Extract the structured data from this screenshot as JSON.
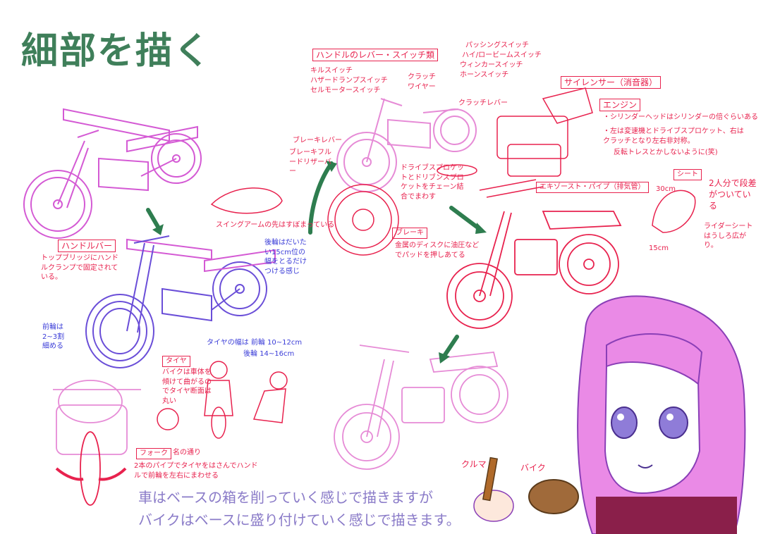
{
  "title": "細部を描く",
  "labels": {
    "handlebar_section": "ハンドルのレバー・スイッチ類",
    "kill_switch": "キルスイッチ",
    "hazard_switch": "ハザードランプスイッチ",
    "starter_switch": "セルモータースイッチ",
    "passing_switch": "パッシングスイッチ",
    "hi_lo_switch": "ハイ/ロービームスイッチ",
    "winker_switch": "ウィンカースイッチ",
    "horn_switch": "ホーンスイッチ",
    "clutch_wire": "クラッチワイヤー",
    "clutch_lever": "クラッチレバー",
    "brake_lever": "ブレーキレバー",
    "brake_fluid": "ブレーキフルードリザーバー",
    "drive_sprocket": "ドライブスプロケットとドリブンスプロケットをチェーン結合でまわす",
    "silencer": "サイレンサー（消音器）",
    "engine": "エンジン",
    "engine_note1": "・シリンダーヘッドはシリンダーの倍ぐらいある",
    "engine_note2": "・左は変速機とドライブスプロケット、右はクラッチとなり左右非対称。",
    "engine_note3": "反転トレスとかしないように(笑)",
    "exhaust": "エキゾースト・パイプ（排気管）",
    "seat": "シート",
    "seat_note": "2人分で段差がついている",
    "seat_30": "30cm",
    "seat_15": "15cm",
    "rider_seat": "ライダーシートはうしろ広がり。",
    "swingarm": "スイングアームの先はすぼまっている",
    "brake": "ブレーキ",
    "brake_note": "金属のディスクに油圧などでパッドを押しあてる",
    "handlebar": "ハンドルバー",
    "handlebar_note": "トップブリッジにハンドルクランプで固定されている。",
    "rear_wheel_note": "後輪はだいたい15cm位の幅をとるだけつける感じ",
    "front_wheel_note": "前輪は2~3割細める",
    "tire_width": "タイヤの幅は 前輪 10~12cm",
    "tire_width_rear": "後輪 14~16cm",
    "tire": "タイヤ",
    "tire_note": "バイクは車体を傾けて曲がるのでタイヤ断面は丸い",
    "fork": "フォーク",
    "fork_note": "名の通り",
    "fork_note2": "2本のパイプでタイヤをはさんでハンドルで前輪を左右にまわせる",
    "kuruma": "クルマ",
    "baiku": "バイク"
  },
  "captions": {
    "line1": "車はベースの箱を削っていく感じで描きますが",
    "line2": "バイクはベースに盛り付けていく感じで描きます。"
  },
  "colors": {
    "title": "#3f7f5a",
    "red": "#e8224e",
    "blue": "#3b3dd8",
    "magenta": "#d45ad4",
    "pink": "#e68bd6",
    "caption": "#8a7bc8",
    "arrow_green": "#2e7d4f"
  }
}
